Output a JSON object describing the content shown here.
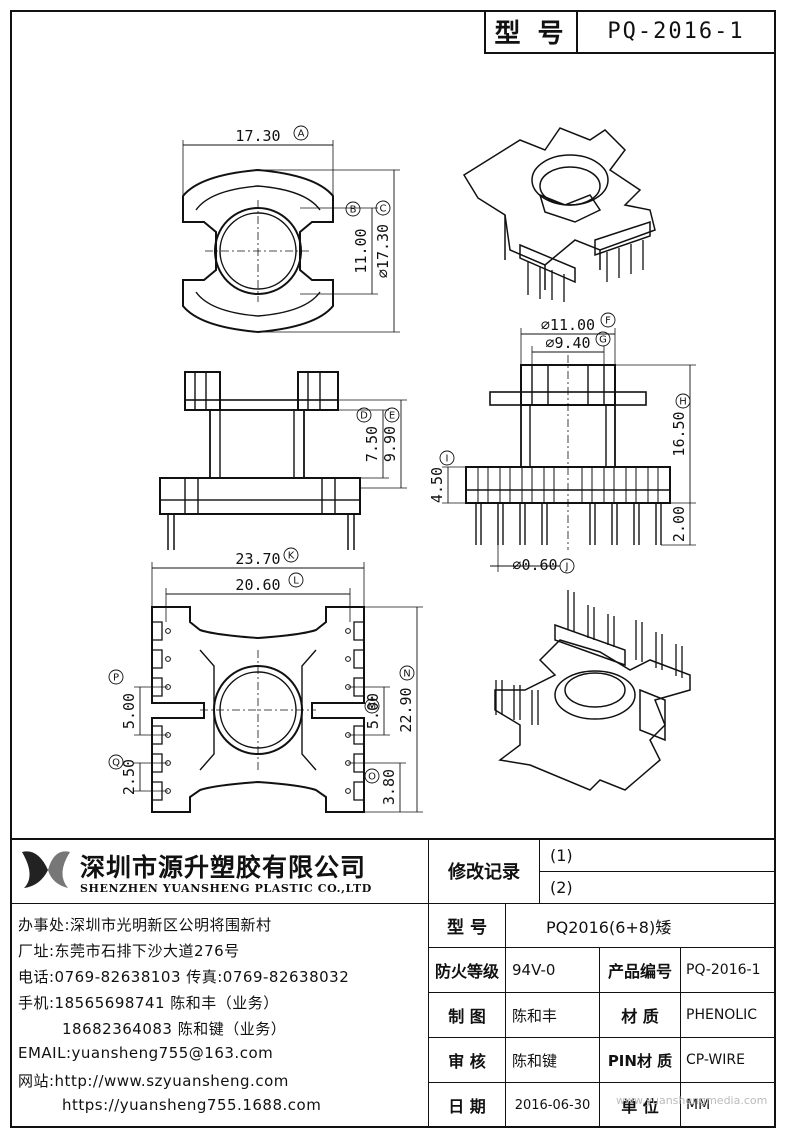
{
  "header": {
    "label": "型 号",
    "value": "PQ-2016-1"
  },
  "dims": {
    "top_width": "17.30",
    "top_height": "17.30",
    "top_bore": "11.00",
    "mid_height": "7.50",
    "mid_height2": "9.90",
    "side_outer": "11.00",
    "side_inner": "9.40",
    "side_height": "16.50",
    "side_base": "4.50",
    "side_pin": "2.00",
    "pin_dia": "0.60",
    "bot_width": "23.70",
    "bot_inner": "20.60",
    "bot_height": "22.90",
    "bot_pitch_left": "5.00",
    "bot_pitch_right": "5.00",
    "bot_small_left": "2.50",
    "bot_small_right": "3.80"
  },
  "dim_letters": {
    "A": "A",
    "B": "B",
    "C": "C",
    "D": "D",
    "E": "E",
    "F": "F",
    "G": "G",
    "H": "H",
    "I": "I",
    "J": "J",
    "K": "K",
    "L": "L",
    "M": "M",
    "N": "N",
    "O": "O",
    "P": "P",
    "Q": "Q"
  },
  "company": {
    "name_cn": "深圳市源升塑胶有限公司",
    "name_en": "SHENZHEN YUANSHENG PLASTIC CO.,LTD",
    "office": "办事处:深圳市光明新区公明将围新村",
    "factory": "厂址:东莞市石排下沙大道276号",
    "phone": "电话:0769-82638103 传真:0769-82638032",
    "mobile1": "手机:18565698741 陈和丰（业务）",
    "mobile2": "18682364083 陈和键（业务）",
    "email": "EMAIL:yuansheng755@163.com",
    "site1": "网站:http://www.szyuansheng.com",
    "site2": "https://yuansheng755.1688.com"
  },
  "table": {
    "rev_label": "修改记录",
    "rev1": "(1)",
    "rev2": "(2)",
    "model_label": "型 号",
    "model_value": "PQ2016(6+8)矮",
    "fire_label": "防火等级",
    "fire_value": "94V-0",
    "prodno_label": "产品编号",
    "prodno_value": "PQ-2016-1",
    "draw_label": "制 图",
    "draw_value": "陈和丰",
    "material_label": "材 质",
    "material_value": "PHENOLIC",
    "review_label": "审 核",
    "review_value": "陈和键",
    "pin_label": "PIN材 质",
    "pin_value": "CP-WIRE",
    "date_label": "日 期",
    "date_value": "2016-06-30",
    "unit_label": "单 位",
    "unit_value": "MM"
  },
  "watermark": "www.yuanshengmedia.com"
}
